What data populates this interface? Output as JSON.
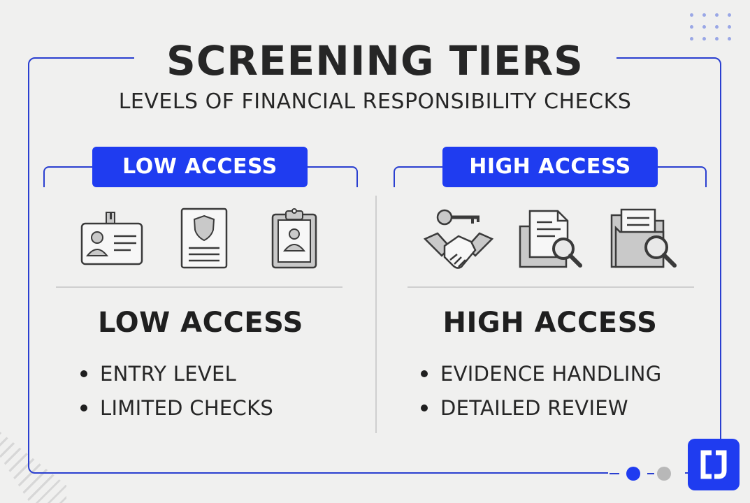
{
  "header": {
    "title": "SCREENING TIERS",
    "subtitle": "LEVELS OF FINANCIAL RESPONSIBILITY CHECKS"
  },
  "tiers": [
    {
      "badge": "LOW ACCESS",
      "heading": "LOW ACCESS",
      "icons": [
        "id-card-icon",
        "police-badge-document-icon",
        "clipboard-profile-icon"
      ],
      "bullets": [
        "ENTRY LEVEL",
        "LIMITED CHECKS"
      ]
    },
    {
      "badge": "HIGH ACCESS",
      "heading": "HIGH ACCESS",
      "icons": [
        "key-handshake-icon",
        "document-search-icon",
        "folder-search-icon"
      ],
      "bullets": [
        "EVIDENCE HANDLING",
        "DETAILED REVIEW"
      ]
    }
  ],
  "colors": {
    "accent": "#1f3cf0",
    "frame": "#2a3fd0",
    "background": "#f0f0ef",
    "icon_fill": "#c9c9c9",
    "icon_stroke": "#3a3a3a"
  },
  "logo": {
    "icon": "logo-icon"
  }
}
